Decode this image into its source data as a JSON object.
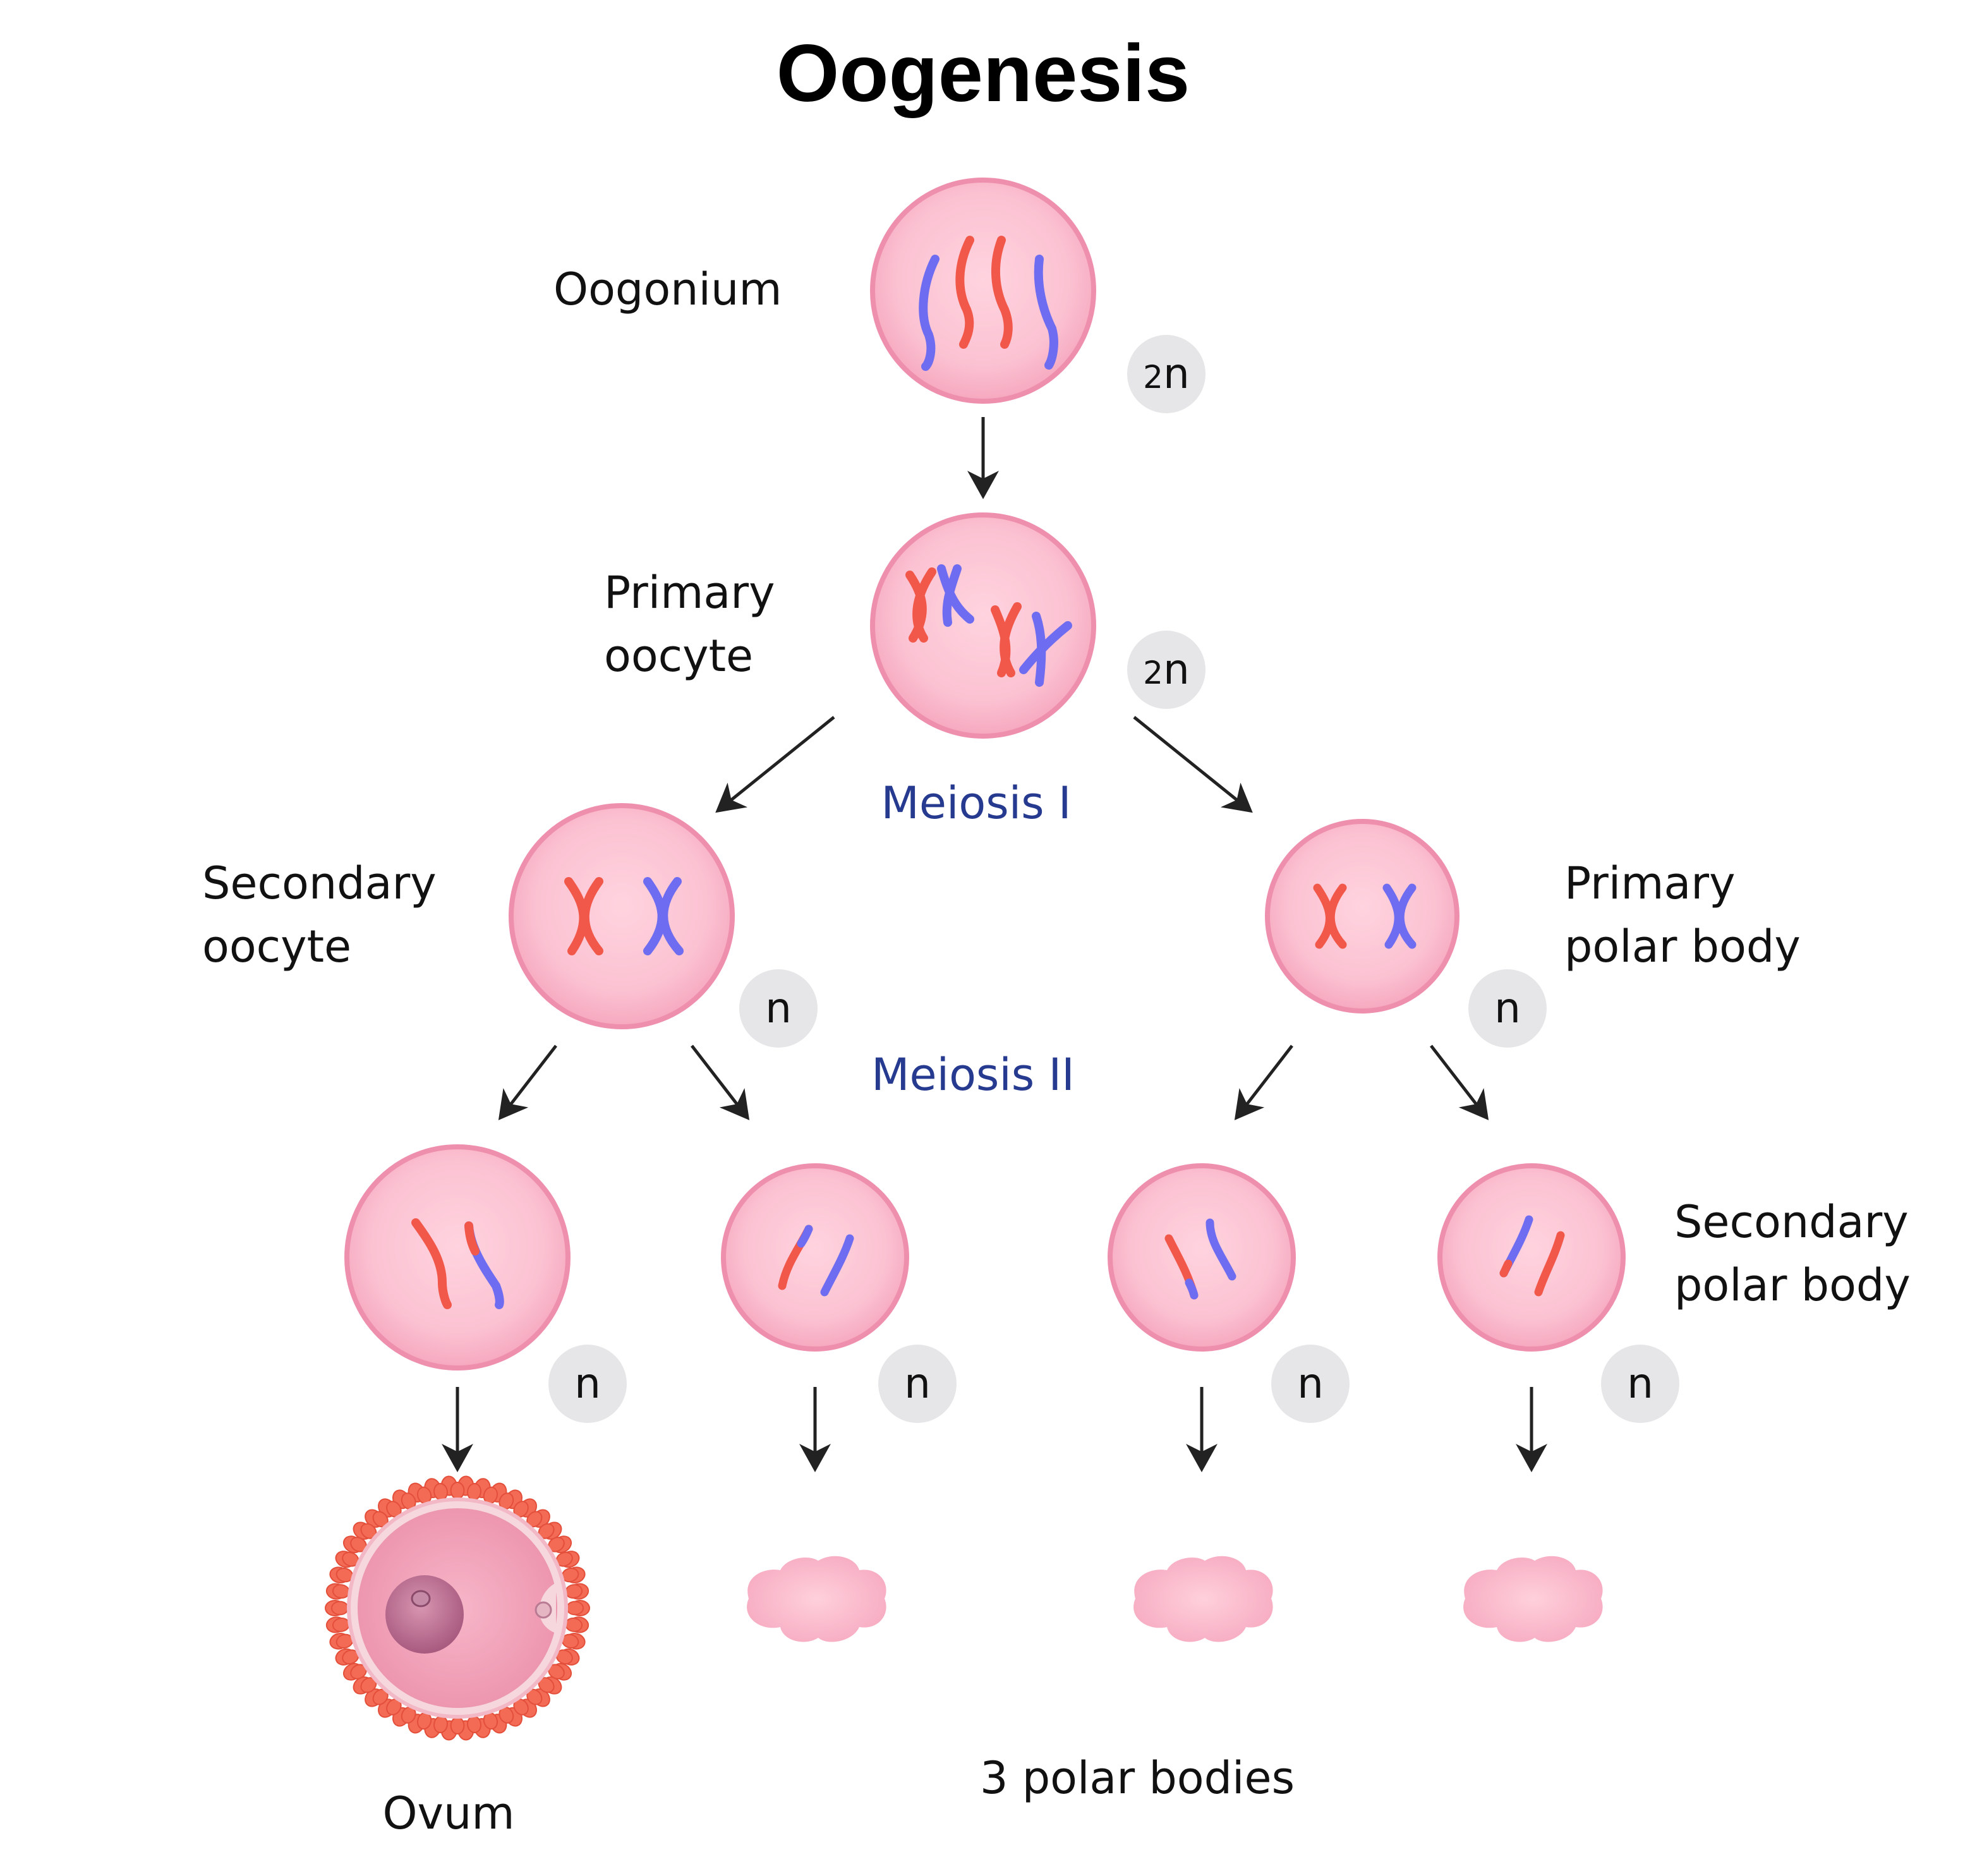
{
  "title": "Oogenesis",
  "stages": {
    "oogonium": "Oogonium",
    "primary_oocyte_line1": "Primary",
    "primary_oocyte_line2": "oocyte",
    "secondary_oocyte_line1": "Secondary",
    "secondary_oocyte_line2": "oocyte",
    "primary_polar_body_line1": "Primary",
    "primary_polar_body_line2": "polar body",
    "secondary_polar_body_line1": "Secondary",
    "secondary_polar_body_line2": "polar body",
    "ovum": "Ovum",
    "polar_bodies": "3 polar bodies"
  },
  "divisions": {
    "meiosis_1": "Meiosis I",
    "meiosis_2": "Meiosis II"
  },
  "ploidy": {
    "diploid_prefix": "2",
    "haploid": "n"
  },
  "colors": {
    "cell_fill": "#fbbfd0",
    "cell_border": "#ef8fae",
    "maternal_chromosome": "#f2584a",
    "paternal_chromosome": "#6e6cf0",
    "meiosis_label": "#263b8f",
    "ploidy_badge": "#e6e6e8",
    "corona_radiata": "#f36b55"
  }
}
